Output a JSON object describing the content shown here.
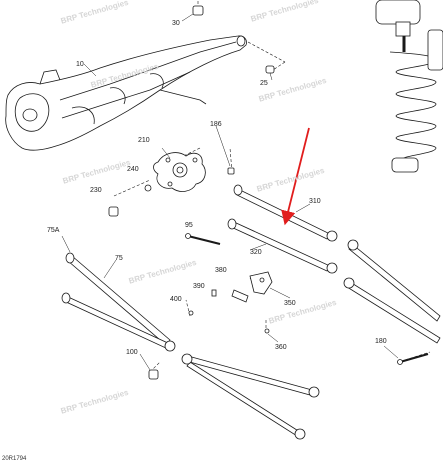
{
  "diagram": {
    "figure_id": "20R1794",
    "watermark": "BRP Technologies",
    "arrow_color": "#e11d1d",
    "line_color": "#1a1a1a",
    "callouts": {
      "c30": "30",
      "c10": "10",
      "c25": "25",
      "c210": "210",
      "c186": "186",
      "c240": "240",
      "c230": "230",
      "c310": "310",
      "c95": "95",
      "c320": "320",
      "c75A": "75A",
      "c75": "75",
      "c380": "380",
      "c390": "390",
      "c400": "400",
      "c350": "350",
      "c360": "360",
      "c100": "100",
      "c180": "180"
    }
  }
}
